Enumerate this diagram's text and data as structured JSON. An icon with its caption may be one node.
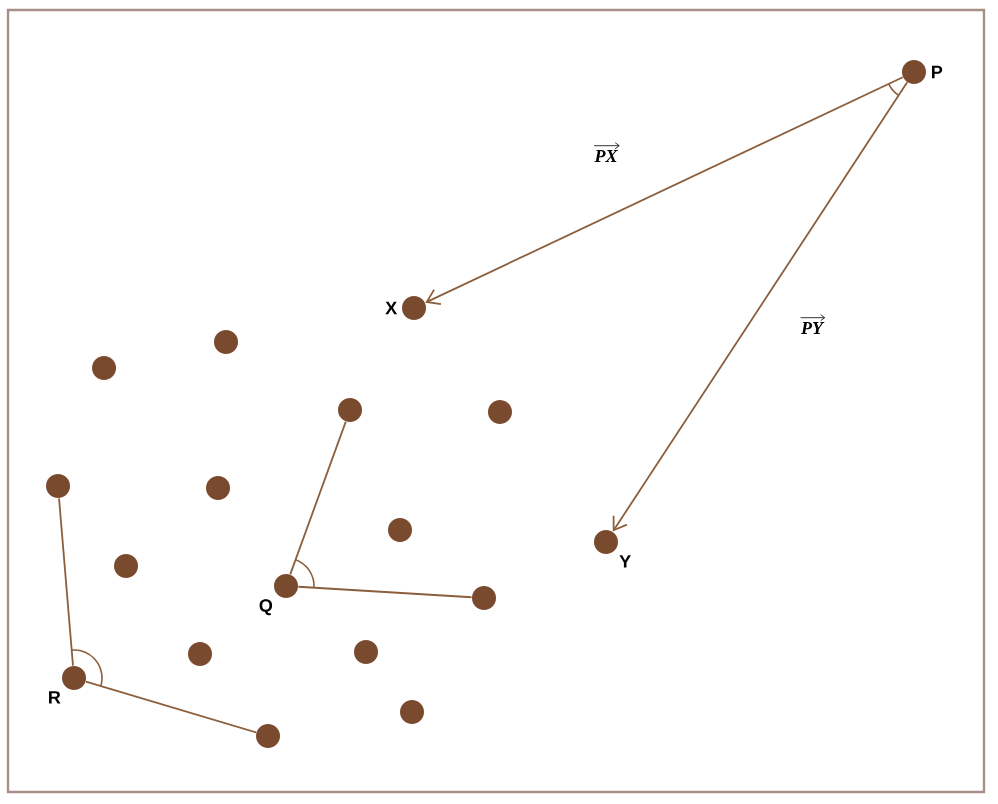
{
  "diagram": {
    "nodes": [
      {
        "text": [
          "P"
        ]
      },
      {
        "text": [
          "X"
        ]
      },
      {
        "text": [],
        "shape": "circle"
      },
      {
        "text": [],
        "shape": "circle"
      },
      {
        "text": [],
        "shape": "circle"
      },
      {
        "text": [],
        "shape": "circle"
      },
      {
        "text": [],
        "shape": "circle"
      },
      {
        "text": [],
        "shape": "circle"
      },
      {
        "text": [],
        "shape": "circle"
      },
      {
        "text": [
          "Y"
        ]
      },
      {
        "text": [],
        "shape": "circle"
      },
      {
        "text": [
          "Q"
        ]
      },
      {
        "text": [],
        "shape": "circle"
      },
      {
        "text": [],
        "shape": "circle"
      },
      {
        "text": [],
        "shape": "circle"
      },
      {
        "text": [
          "R"
        ]
      },
      {
        "text": [],
        "shape": "circle"
      },
      {
        "text": [],
        "shape": "circle"
      }
    ],
    "edges": [
      {
        "from": 0,
        "to": 1,
        "arrow": "to",
        "label": "PX"
      },
      {
        "from": 0,
        "to": 9,
        "arrow": "to",
        "label": "PY"
      },
      {
        "from": 11,
        "to": 4,
        "arrow": "none"
      },
      {
        "from": 11,
        "to": 12,
        "arrow": "none"
      },
      {
        "from": 15,
        "to": 6,
        "arrow": "none"
      },
      {
        "from": 15,
        "to": 17,
        "arrow": "none"
      }
    ]
  }
}
